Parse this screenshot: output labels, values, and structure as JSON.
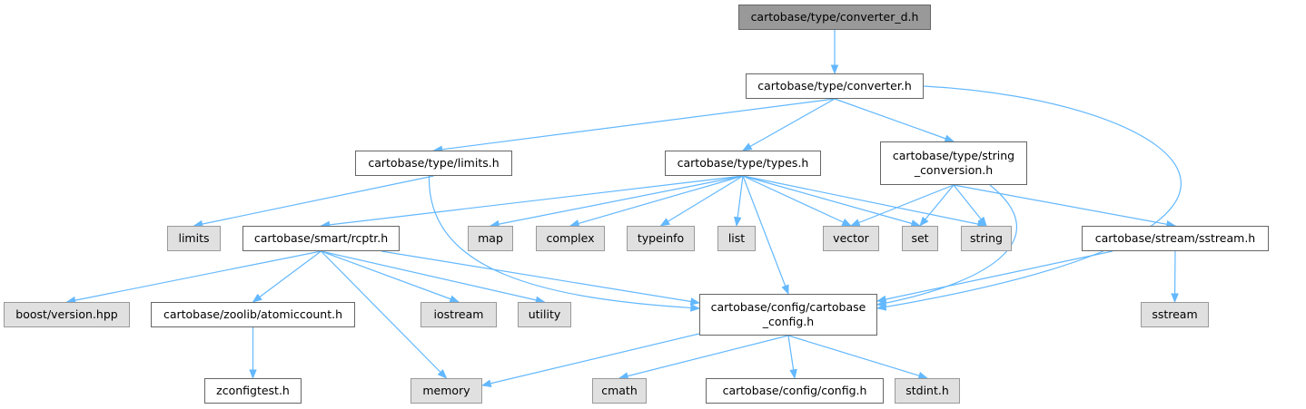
{
  "diagram": {
    "type": "include-dependency-graph",
    "colors": {
      "edge": "#63b8ff",
      "node_border": "#666666",
      "root_fill": "#999999",
      "system_fill": "#e0e0e0",
      "system_border": "#999999"
    },
    "nodes": [
      {
        "id": "converter_d",
        "label": "cartobase/type/converter_d.h",
        "kind": "root"
      },
      {
        "id": "converter",
        "label": "cartobase/type/converter.h",
        "kind": "file"
      },
      {
        "id": "limits_h",
        "label": "cartobase/type/limits.h",
        "kind": "file"
      },
      {
        "id": "types",
        "label": "cartobase/type/types.h",
        "kind": "file"
      },
      {
        "id": "string_conversion",
        "label": "cartobase/type/string\n_conversion.h",
        "kind": "file"
      },
      {
        "id": "limits",
        "label": "limits",
        "kind": "system"
      },
      {
        "id": "rcptr",
        "label": "cartobase/smart/rcptr.h",
        "kind": "file"
      },
      {
        "id": "map",
        "label": "map",
        "kind": "system"
      },
      {
        "id": "complex",
        "label": "complex",
        "kind": "system"
      },
      {
        "id": "typeinfo",
        "label": "typeinfo",
        "kind": "system"
      },
      {
        "id": "list",
        "label": "list",
        "kind": "system"
      },
      {
        "id": "vector",
        "label": "vector",
        "kind": "system"
      },
      {
        "id": "set",
        "label": "set",
        "kind": "system"
      },
      {
        "id": "string",
        "label": "string",
        "kind": "system"
      },
      {
        "id": "sstream_h",
        "label": "cartobase/stream/sstream.h",
        "kind": "file"
      },
      {
        "id": "boost_version",
        "label": "boost/version.hpp",
        "kind": "system"
      },
      {
        "id": "atomiccount",
        "label": "cartobase/zoolib/atomiccount.h",
        "kind": "file"
      },
      {
        "id": "iostream",
        "label": "iostream",
        "kind": "system"
      },
      {
        "id": "utility",
        "label": "utility",
        "kind": "system"
      },
      {
        "id": "cartobase_config",
        "label": "cartobase/config/cartobase\n_config.h",
        "kind": "file"
      },
      {
        "id": "sstream",
        "label": "sstream",
        "kind": "system"
      },
      {
        "id": "zconfigtest",
        "label": "zconfigtest.h",
        "kind": "file"
      },
      {
        "id": "memory",
        "label": "memory",
        "kind": "system"
      },
      {
        "id": "cmath",
        "label": "cmath",
        "kind": "system"
      },
      {
        "id": "config",
        "label": "cartobase/config/config.h",
        "kind": "file"
      },
      {
        "id": "stdint",
        "label": "stdint.h",
        "kind": "system"
      }
    ],
    "edges": [
      [
        "converter_d",
        "converter"
      ],
      [
        "converter",
        "limits_h"
      ],
      [
        "converter",
        "types"
      ],
      [
        "converter",
        "string_conversion"
      ],
      [
        "converter",
        "cartobase_config"
      ],
      [
        "limits_h",
        "limits"
      ],
      [
        "limits_h",
        "cartobase_config"
      ],
      [
        "types",
        "rcptr"
      ],
      [
        "types",
        "map"
      ],
      [
        "types",
        "complex"
      ],
      [
        "types",
        "typeinfo"
      ],
      [
        "types",
        "list"
      ],
      [
        "types",
        "vector"
      ],
      [
        "types",
        "set"
      ],
      [
        "types",
        "string"
      ],
      [
        "types",
        "cartobase_config"
      ],
      [
        "string_conversion",
        "vector"
      ],
      [
        "string_conversion",
        "set"
      ],
      [
        "string_conversion",
        "string"
      ],
      [
        "string_conversion",
        "cartobase_config"
      ],
      [
        "string_conversion",
        "sstream_h"
      ],
      [
        "rcptr",
        "boost_version"
      ],
      [
        "rcptr",
        "atomiccount"
      ],
      [
        "rcptr",
        "iostream"
      ],
      [
        "rcptr",
        "utility"
      ],
      [
        "rcptr",
        "memory"
      ],
      [
        "rcptr",
        "cartobase_config"
      ],
      [
        "sstream_h",
        "cartobase_config"
      ],
      [
        "sstream_h",
        "sstream"
      ],
      [
        "atomiccount",
        "zconfigtest"
      ],
      [
        "cartobase_config",
        "memory"
      ],
      [
        "cartobase_config",
        "cmath"
      ],
      [
        "cartobase_config",
        "config"
      ],
      [
        "cartobase_config",
        "stdint"
      ]
    ]
  }
}
